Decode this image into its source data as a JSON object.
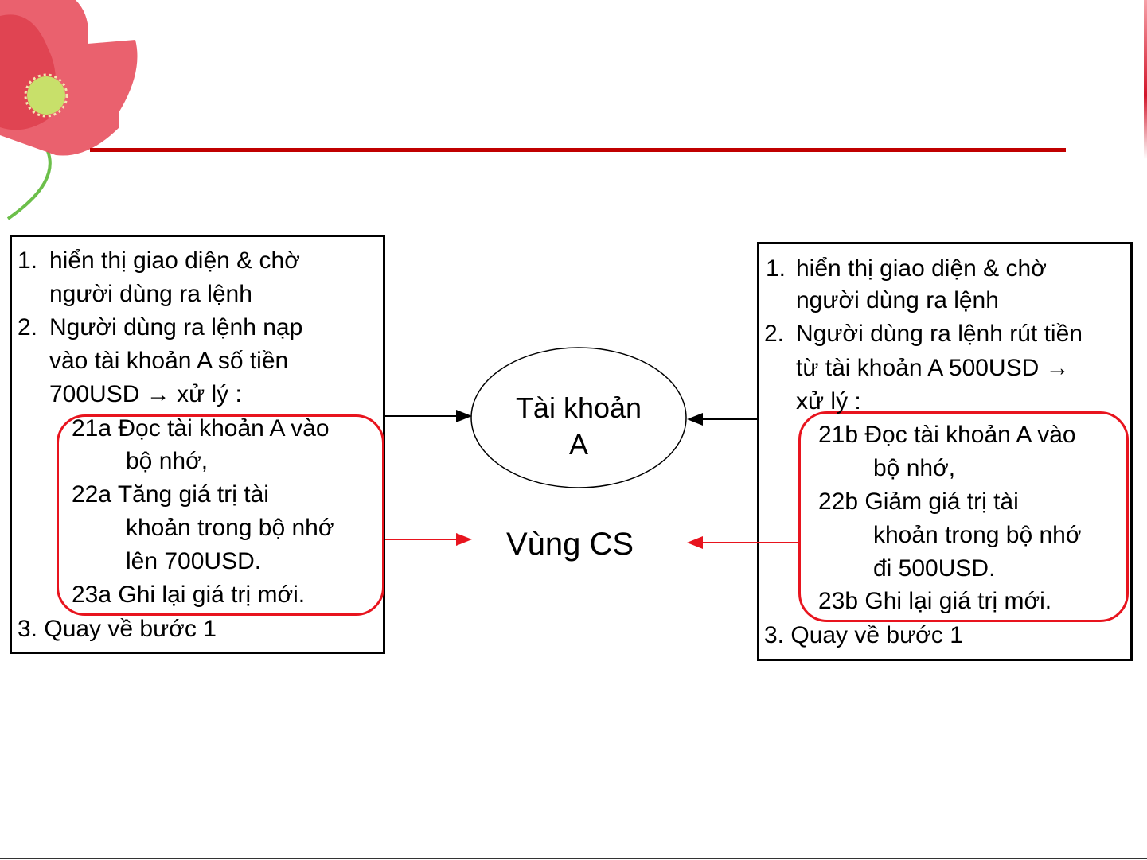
{
  "colors": {
    "title_rule": "#c00000",
    "highlight": "#e8141e",
    "border": "#000000"
  },
  "left_panel": {
    "item1_num": "1.",
    "item1_line1": "hiển thị giao diện & chờ",
    "item1_line2": "người dùng ra lệnh",
    "item2_num": "2.",
    "item2_line1": "Người dùng ra lệnh nạp",
    "item2_line2": "vào tài khoản A số tiền",
    "item2_line3": "700USD → xử lý :",
    "step21": "21a Đọc tài khoản A vào",
    "step21_cont": "bộ nhớ,",
    "step22": "22a Tăng giá trị tài",
    "step22_cont1": "khoản trong bộ nhớ",
    "step22_cont2": "lên 700USD.",
    "step23": "23a Ghi lại giá trị mới.",
    "item3": "3. Quay về bước 1"
  },
  "right_panel": {
    "item1_num": "1.",
    "item1_line1": "hiển thị giao diện & chờ",
    "item1_line2": "người dùng ra lệnh",
    "item2_num": "2.",
    "item2_line1": "Người dùng ra lệnh rút tiền",
    "item2_line2": "từ tài khoản A 500USD →",
    "item2_line3": "xử lý :",
    "step21": "21b Đọc tài khoản A vào",
    "step21_cont": "bộ nhớ,",
    "step22": "22b Giảm giá trị tài",
    "step22_cont1": "khoản trong bộ nhớ",
    "step22_cont2": "đi 500USD.",
    "step23": "23b Ghi lại giá trị mới.",
    "item3": "3. Quay về bước 1"
  },
  "center": {
    "account_line1": "Tài khoản",
    "account_line2": "A",
    "critical_section": "Vùng CS"
  }
}
